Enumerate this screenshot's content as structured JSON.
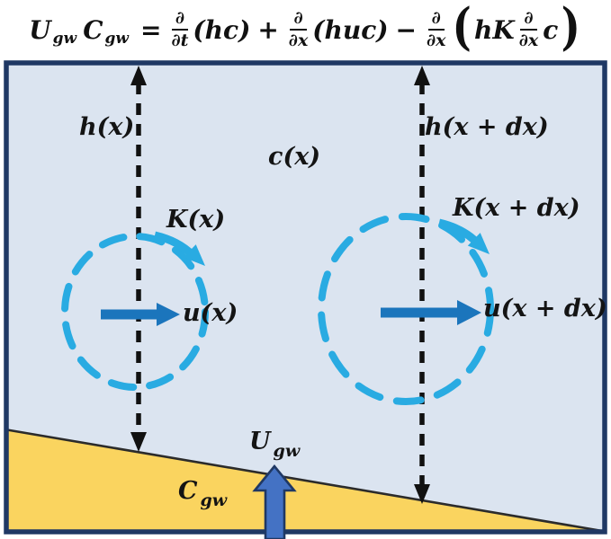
{
  "equation": {
    "U": "U",
    "U_sub": "gw",
    "C": "C",
    "C_sub": "gw",
    "equals": "=",
    "partial": "∂",
    "dt": "∂t",
    "dx": "∂x",
    "term_hc": "(hc)",
    "plus": "+",
    "term_huc": "(huc)",
    "minus": "−",
    "lparen": "(",
    "hK": "hK",
    "c": "c",
    "rparen": ")"
  },
  "diagram": {
    "labels": {
      "h_left": "h(x)",
      "h_right": "h(x + dx)",
      "concentration": "c(x)",
      "K_left": "K(x)",
      "K_right": "K(x + dx)",
      "u_left": "u(x)",
      "u_right": "u(x + dx)",
      "U_gw": "U",
      "U_gw_sub": "gw",
      "C_gw": "C",
      "C_gw_sub": "gw"
    },
    "colors": {
      "water": "#dbe4f0",
      "sediment": "#fad45f",
      "mixing_cyan": "#29abe2",
      "velocity_blue": "#1b75bc",
      "groundwater_fill": "#4472c4",
      "outline_navy": "#1f3864",
      "dashed_black": "#111111",
      "interface_line": "#2b2b2b"
    }
  }
}
